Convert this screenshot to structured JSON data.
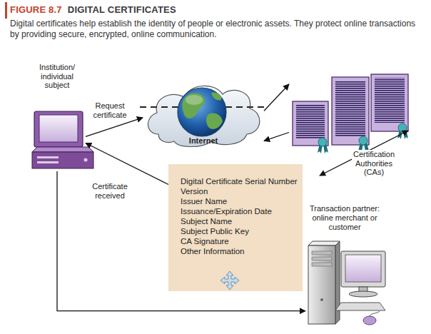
{
  "diagram": {
    "title": "DIGITAL CERTIFICATES",
    "caption": "Digital certificates help establish the identity of people or electronic assets. They protect online transactions by providing secure, encrypted, online communication.",
    "nodes": [
      {
        "text": [
          "Institution/ individual subject"
        ]
      },
      {
        "text": [
          "Internet"
        ]
      },
      {
        "text": [
          "Certification Authorities (CAs)"
        ]
      },
      {
        "text": [
          "Digital Certificate Serial Number",
          "Version",
          "Issuer Name",
          "Issuance/Expiration Date",
          "Subject Name",
          "Subject Public Key",
          "CA Signature",
          "Other Information"
        ]
      },
      {
        "text": [
          "Transaction partner: online merchant or customer"
        ]
      }
    ],
    "edges": [
      {
        "from": 0,
        "to": 1,
        "arrow": "to",
        "label": "Request certificate"
      },
      {
        "from": 1,
        "to": 2,
        "arrow": "to"
      },
      {
        "from": 2,
        "to": 1,
        "arrow": "to"
      },
      {
        "from": 3,
        "to": 0,
        "arrow": "to",
        "label": "Certificate received"
      },
      {
        "from": 0,
        "to": 4,
        "arrow": "to"
      }
    ],
    "labels": [
      "FIGURE 8.7"
    ]
  }
}
